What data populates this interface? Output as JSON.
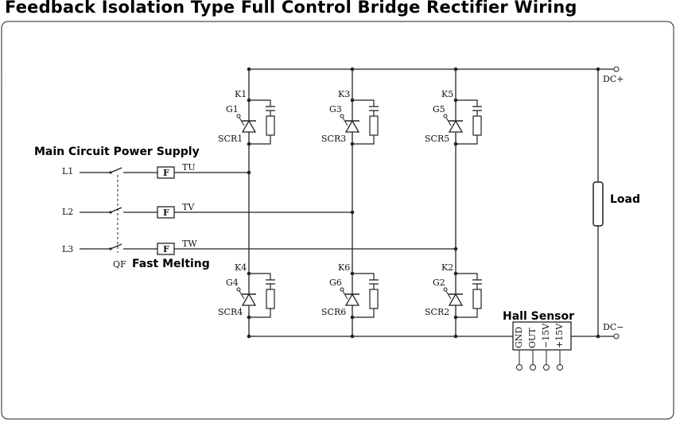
{
  "title": "Feedback Isolation Type Full Control Bridge Rectifier Wiring",
  "labels": {
    "main_supply": "Main Circuit Power Supply",
    "fast_melting": "Fast Melting",
    "load": "Load",
    "hall_sensor": "Hall Sensor",
    "dc_plus": "DC+",
    "dc_minus": "DC−",
    "qf": "QF"
  },
  "phases": [
    {
      "line": "L1",
      "fuse": "F",
      "node": "TU"
    },
    {
      "line": "L2",
      "fuse": "F",
      "node": "TV"
    },
    {
      "line": "L3",
      "fuse": "F",
      "node": "TW"
    }
  ],
  "thyristors": [
    {
      "k": "K1",
      "g": "G1",
      "scr": "SCR1"
    },
    {
      "k": "K3",
      "g": "G3",
      "scr": "SCR3"
    },
    {
      "k": "K5",
      "g": "G5",
      "scr": "SCR5"
    },
    {
      "k": "K4",
      "g": "G4",
      "scr": "SCR4"
    },
    {
      "k": "K6",
      "g": "G6",
      "scr": "SCR6"
    },
    {
      "k": "K2",
      "g": "G2",
      "scr": "SCR2"
    }
  ],
  "hall_pins": [
    "GND",
    "OUT",
    "−15V",
    "+15V"
  ]
}
